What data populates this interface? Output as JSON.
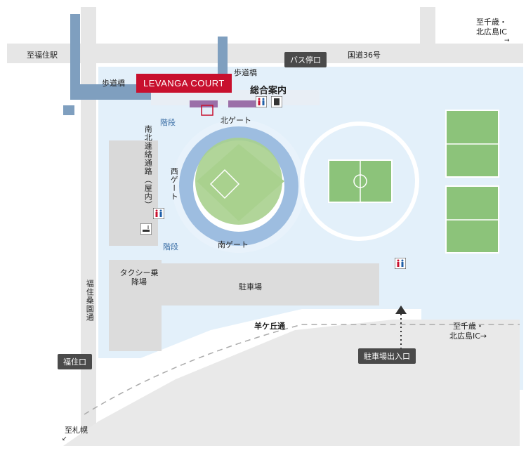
{
  "labels": {
    "to_fukuzumi_station": "至福住駅",
    "to_chitose": "至千歳・",
    "to_kitahiroshima_ic": "北広島IC",
    "arrow_right_1": "→",
    "bus_stop": "バス停口",
    "national_route": "国道36号",
    "footbridge_left": "歩道橋",
    "footbridge_right": "歩道橋",
    "levanga_court": "LEVANGA COURT",
    "information": "総合案内",
    "north_gate": "北ゲート",
    "stairs_top": "階段",
    "stairs_bottom": "階段",
    "ns_passage": "南北連絡通路（屋内）",
    "west_gate": "西ゲート",
    "south_gate": "南ゲート",
    "taxi": "タクシー乗降場",
    "parking": "駐車場",
    "fukuzumi_kuwazono": "福住桑園通",
    "hitsujigaoka": "羊ケ丘通",
    "to_chitose_2": "至千歳・",
    "to_kitahiroshima_ic_2": "北広島IC→",
    "fukuzumi_exit": "福住口",
    "parking_entrance": "駐車場出入口",
    "to_sapporo": "至札幌",
    "arrow_down_left": "↙"
  },
  "colors": {
    "park": "#e3f0fa",
    "road": "#e6e6e6",
    "bridge": "#7f9fbf",
    "dome_blue": "#9dbde0",
    "field": "#a9d08e",
    "soccer": "#8cc37a",
    "accent_red": "#c8102e",
    "purple": "#9b6fa8",
    "badge_dark": "#4a4a4a"
  },
  "icons": [
    "restroom-icon",
    "elevator-icon",
    "smoking-icon"
  ]
}
